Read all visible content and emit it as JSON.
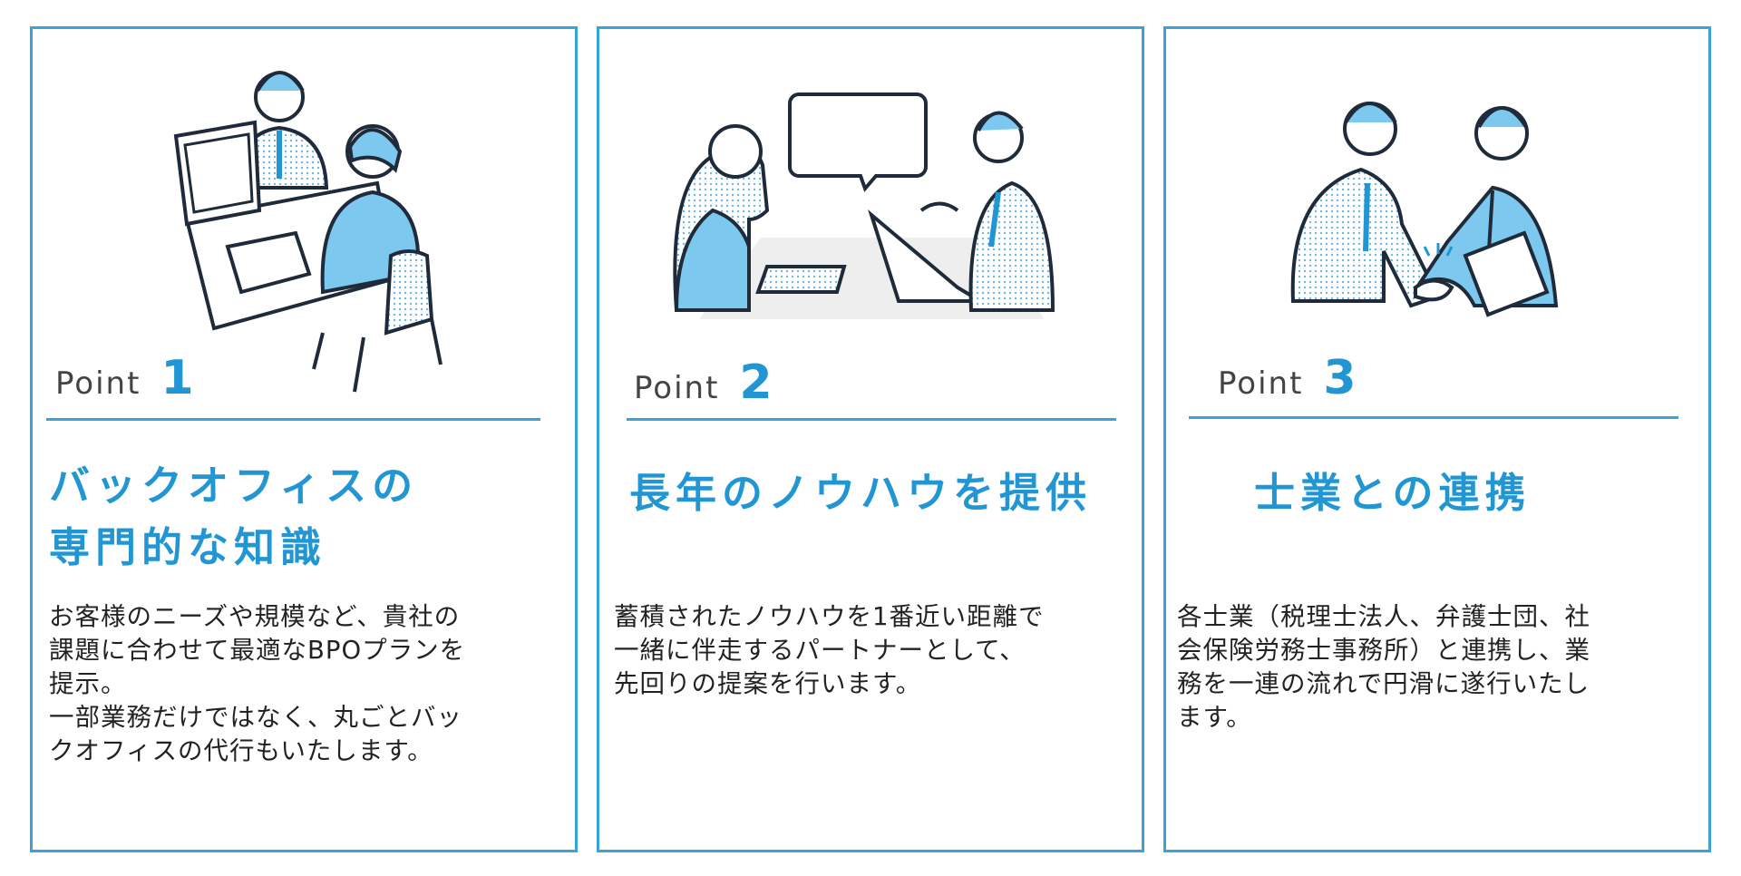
{
  "cards": [
    {
      "point_label": "Point",
      "point_number": "1",
      "title": "バックオフィスの\n専門的な知識",
      "body": "お客様のニーズや規模など、貴社の\n課題に合わせて最適なBPOプランを\n提示。\n一部業務だけではなく、丸ごとバッ\nクオフィスの代行もいたします。"
    },
    {
      "point_label": "Point",
      "point_number": "2",
      "title": "長年のノウハウを提供",
      "body": "蓄積されたノウハウを1番近い距離で\n一緒に伴走するパートナーとして、\n先回りの提案を行います。"
    },
    {
      "point_label": "Point",
      "point_number": "3",
      "title": "士業との連携",
      "body": "各士業（税理士法人、弁護士団、社\n会保険労務士事務所）と連携し、業\n務を一連の流れで円滑に遂行いたし\nます。"
    }
  ],
  "colors": {
    "accent": "#2196d3",
    "border": "#3aa3d9",
    "light_blue": "#7cc8ee",
    "ink": "#1f2b3a"
  }
}
